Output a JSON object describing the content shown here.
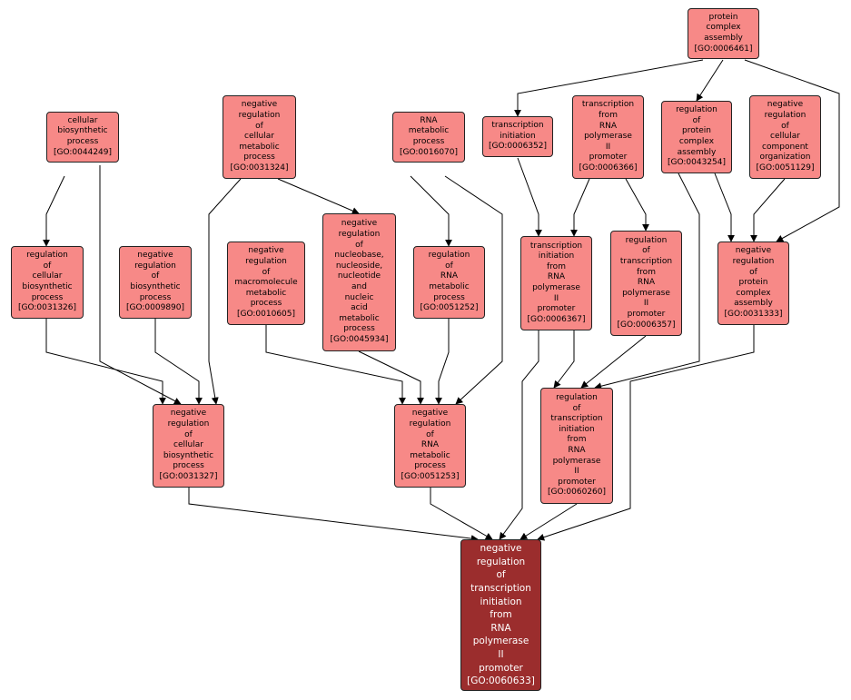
{
  "colors": {
    "node_fill": "#f78987",
    "target_fill": "#9b2d2d",
    "edge": "#000000"
  },
  "nodes": [
    {
      "id": "GO:0006461",
      "label": "protein\ncomplex\nassembly\n[GO:0006461]"
    },
    {
      "id": "GO:0044249",
      "label": "cellular\nbiosynthetic\nprocess\n[GO:0044249]"
    },
    {
      "id": "GO:0031324",
      "label": "negative\nregulation\nof\ncellular\nmetabolic\nprocess\n[GO:0031324]"
    },
    {
      "id": "GO:0016070",
      "label": "RNA\nmetabolic\nprocess\n[GO:0016070]"
    },
    {
      "id": "GO:0006352",
      "label": "transcription\ninitiation\n[GO:0006352]"
    },
    {
      "id": "GO:0006366",
      "label": "transcription\nfrom\nRNA\npolymerase\nII\npromoter\n[GO:0006366]"
    },
    {
      "id": "GO:0043254",
      "label": "regulation\nof\nprotein\ncomplex\nassembly\n[GO:0043254]"
    },
    {
      "id": "GO:0051129",
      "label": "negative\nregulation\nof\ncellular\ncomponent\norganization\n[GO:0051129]"
    },
    {
      "id": "GO:0031326",
      "label": "regulation\nof\ncellular\nbiosynthetic\nprocess\n[GO:0031326]"
    },
    {
      "id": "GO:0009890",
      "label": "negative\nregulation\nof\nbiosynthetic\nprocess\n[GO:0009890]"
    },
    {
      "id": "GO:0010605",
      "label": "negative\nregulation\nof\nmacromolecule\nmetabolic\nprocess\n[GO:0010605]"
    },
    {
      "id": "GO:0045934",
      "label": "negative\nregulation\nof\nnucleobase,\nnucleoside,\nnucleotide\nand\nnucleic\nacid\nmetabolic\nprocess\n[GO:0045934]"
    },
    {
      "id": "GO:0051252",
      "label": "regulation\nof\nRNA\nmetabolic\nprocess\n[GO:0051252]"
    },
    {
      "id": "GO:0006367",
      "label": "transcription\ninitiation\nfrom\nRNA\npolymerase\nII\npromoter\n[GO:0006367]"
    },
    {
      "id": "GO:0006357",
      "label": "regulation\nof\ntranscription\nfrom\nRNA\npolymerase\nII\npromoter\n[GO:0006357]"
    },
    {
      "id": "GO:0031333",
      "label": "negative\nregulation\nof\nprotein\ncomplex\nassembly\n[GO:0031333]"
    },
    {
      "id": "GO:0031327",
      "label": "negative\nregulation\nof\ncellular\nbiosynthetic\nprocess\n[GO:0031327]"
    },
    {
      "id": "GO:0051253",
      "label": "negative\nregulation\nof\nRNA\nmetabolic\nprocess\n[GO:0051253]"
    },
    {
      "id": "GO:0060260",
      "label": "regulation\nof\ntranscription\ninitiation\nfrom\nRNA\npolymerase\nII\npromoter\n[GO:0060260]"
    },
    {
      "id": "GO:0060633",
      "label": "negative\nregulation\nof\ntranscription\ninitiation\nfrom\nRNA\npolymerase\nII\npromoter\n[GO:0060633]"
    }
  ],
  "edges": [
    {
      "from": "GO:0006461",
      "to": "GO:0006352"
    },
    {
      "from": "GO:0006461",
      "to": "GO:0043254"
    },
    {
      "from": "GO:0006461",
      "to": "GO:0031333"
    },
    {
      "from": "GO:0044249",
      "to": "GO:0031326"
    },
    {
      "from": "GO:0044249",
      "to": "GO:0031327"
    },
    {
      "from": "GO:0031324",
      "to": "GO:0045934"
    },
    {
      "from": "GO:0031324",
      "to": "GO:0031327"
    },
    {
      "from": "GO:0016070",
      "to": "GO:0051252"
    },
    {
      "from": "GO:0016070",
      "to": "GO:0051253"
    },
    {
      "from": "GO:0006352",
      "to": "GO:0006367"
    },
    {
      "from": "GO:0006366",
      "to": "GO:0006367"
    },
    {
      "from": "GO:0006366",
      "to": "GO:0006357"
    },
    {
      "from": "GO:0043254",
      "to": "GO:0031333"
    },
    {
      "from": "GO:0043254",
      "to": "GO:0060260"
    },
    {
      "from": "GO:0051129",
      "to": "GO:0031333"
    },
    {
      "from": "GO:0031326",
      "to": "GO:0031327"
    },
    {
      "from": "GO:0009890",
      "to": "GO:0031327"
    },
    {
      "from": "GO:0010605",
      "to": "GO:0051253"
    },
    {
      "from": "GO:0045934",
      "to": "GO:0051253"
    },
    {
      "from": "GO:0051252",
      "to": "GO:0051253"
    },
    {
      "from": "GO:0006367",
      "to": "GO:0060260"
    },
    {
      "from": "GO:0006367",
      "to": "GO:0060633"
    },
    {
      "from": "GO:0006357",
      "to": "GO:0060260"
    },
    {
      "from": "GO:0031333",
      "to": "GO:0060633"
    },
    {
      "from": "GO:0031327",
      "to": "GO:0060633"
    },
    {
      "from": "GO:0051253",
      "to": "GO:0060633"
    },
    {
      "from": "GO:0060260",
      "to": "GO:0060633"
    }
  ]
}
